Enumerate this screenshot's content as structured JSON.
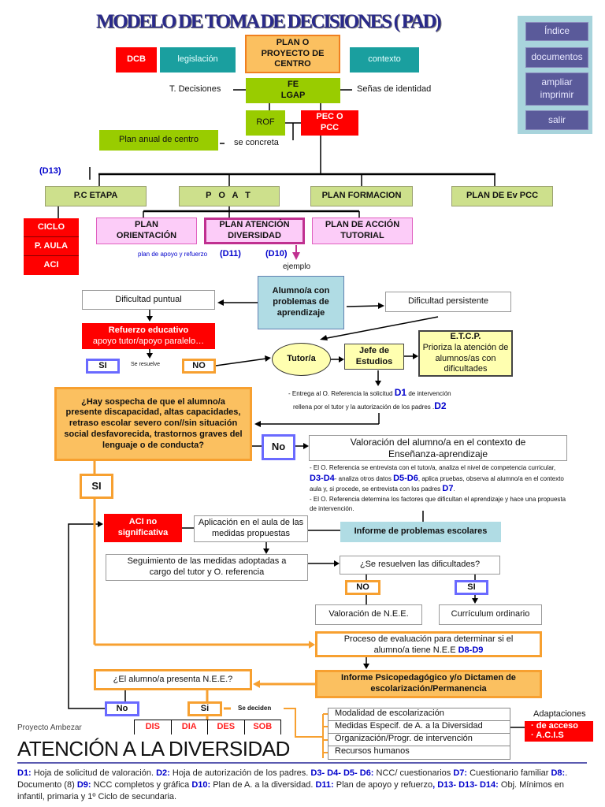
{
  "title": "MODELO DE TOMA DE DECISIONES ( PAD)",
  "nav": {
    "indice": "Índice",
    "documentos": "documentos",
    "ampliar": "ampliar imprimir",
    "salir": "salir"
  },
  "top": {
    "dcb": "DCB",
    "legislacion": "legislación",
    "plan": "PLAN O PROYECTO DE CENTRO",
    "contexto": "contexto",
    "fe": "FE LGAP",
    "t_decisiones": "T. Decisiones",
    "senas": "Señas de identidad",
    "rof": "ROF",
    "pec": "PEC O PCC",
    "plan_anual": "Plan anual de centro",
    "se_concreta": "se concreta",
    "d13": "(D13)"
  },
  "level2": {
    "pc_etapa": "P.C ETAPA",
    "poat": "P O A T",
    "plan_formacion": "PLAN FORMACION",
    "plan_ev": "PLAN DE Ev PCC",
    "ciclo": "CICLO",
    "p_aula": "P. AULA",
    "aci": "ACI",
    "plan_orientacion": "PLAN ORIENTACIÓN",
    "plan_atencion": "PLAN ATENCIÓN DIVERSIDAD",
    "plan_accion": "PLAN DE ACCIÓN TUTORIAL",
    "apoyo": "plan de apoyo y refuerzo",
    "d11": "(D11)",
    "d10": "(D10)",
    "ejemplo": "ejemplo"
  },
  "flow": {
    "alumno": "Alumno/a con problemas de aprendizaje",
    "puntual": "Dificultad puntual",
    "persistente": "Dificultad persistente",
    "refuerzo_title": "Refuerzo educativo",
    "refuerzo_sub": "apoyo tutor/apoyo paralelo…",
    "si1": "SI",
    "se_resuelve": "Se resuelve",
    "no1": "NO",
    "tutor": "Tutor/a",
    "jefe": "Jefe de Estudios",
    "etcp_title": "E.T.C.P.",
    "etcp_text": "Prioriza la atención de alumnos/as con dificultades",
    "entrega_1": "- Entrega al O. Referencia la solicitud",
    "entrega_d1": "D1",
    "entrega_2": "de intervención",
    "entrega_3": "rellena por el tutor y la autorización de los padres .",
    "entrega_d2": "D2",
    "sospecha": "¿Hay sospecha de que el alumno/a presente discapacidad, altas capacidades, retraso escolar severo con//sin situación social desfavorecida, trastornos graves del lenguaje o de conducta?",
    "no2": "No",
    "valoracion": "Valoración del alumno/a en el contexto de Enseñanza-aprendizaje",
    "p1": "- El O. Referencia se entrevista con el tutor/a, analiza el nivel de competencia curricular,",
    "p_d34": "D3-D4",
    "p2": "- analiza otros  datos",
    "p_d56": "D5-D6",
    "p3": ", aplica pruebas, observa al alumno/a en el contexto aula y, si procede, se entrevista con los padres",
    "p_d7": "D7",
    "p4": ".",
    "p5": "- El O. Referencia determina los factores que dificultan el aprendizaje y hace una propuesta de intervención.",
    "si2": "SI",
    "aci_no": "ACI no significativa",
    "aplicacion": "Aplicación en el aula de las medidas propuestas",
    "informe_problemas": "Informe de problemas escolares",
    "seguimiento": "Seguimiento de las medidas adoptadas a cargo del tutor y O. referencia",
    "se_resuelven": "¿Se resuelven las dificultades?",
    "no3": "NO",
    "si3": "SI",
    "valoracion_nee": "Valoración de N.E.E.",
    "curriculum": "Currículum ordinario",
    "proceso": "Proceso de evaluación para determinar si el alumno/a tiene N.E.E",
    "proceso_d": "D8-D9",
    "informe_psico": "Informe Psicopedagógico y/o Dictamen de escolarización/Permanencia",
    "presenta": "¿El alumno/a presenta N.E.E.?",
    "no4": "No",
    "si4": "Si",
    "se_deciden": "Se deciden",
    "types": [
      "DIS",
      "DIA",
      "DES",
      "SOB"
    ],
    "medidas": [
      "Modalidad de escolarización",
      "Medidas Especif. de A. a la Diversidad",
      "Organización/Progr. de intervención",
      "Recursos humanos"
    ],
    "adaptaciones": "Adaptaciones",
    "de_acceso": "· de acceso",
    "acis": "· A.C.I.S"
  },
  "footer": {
    "big": "ATENCIÓN A LA DIVERSIDAD",
    "proyecto": "Proyecto Ambezar",
    "legend": [
      {
        "code": "D1:",
        "text": " Hoja de solicitud de valoración. "
      },
      {
        "code": "D2:",
        "text": " Hoja de autorización de los padres. "
      },
      {
        "code": "D3- D4- D5- D6:",
        "text": "  NCC/ cuestionarios "
      },
      {
        "code": "D7:",
        "text": "  Cuestionario familiar "
      },
      {
        "code": "D8:",
        "text": ". Documento (8)   "
      },
      {
        "code": "D9:",
        "text": " NCC completos y gráfica   "
      },
      {
        "code": "D10:",
        "text": " Plan de A. a la diversidad. "
      },
      {
        "code": "D11:",
        "text": " Plan de apoyo y refuerzo"
      },
      {
        "code": ", D13- D13- D14:",
        "text": "  Obj. Mínimos en infantil, primaria y 1º Ciclo de secundaria."
      }
    ]
  }
}
